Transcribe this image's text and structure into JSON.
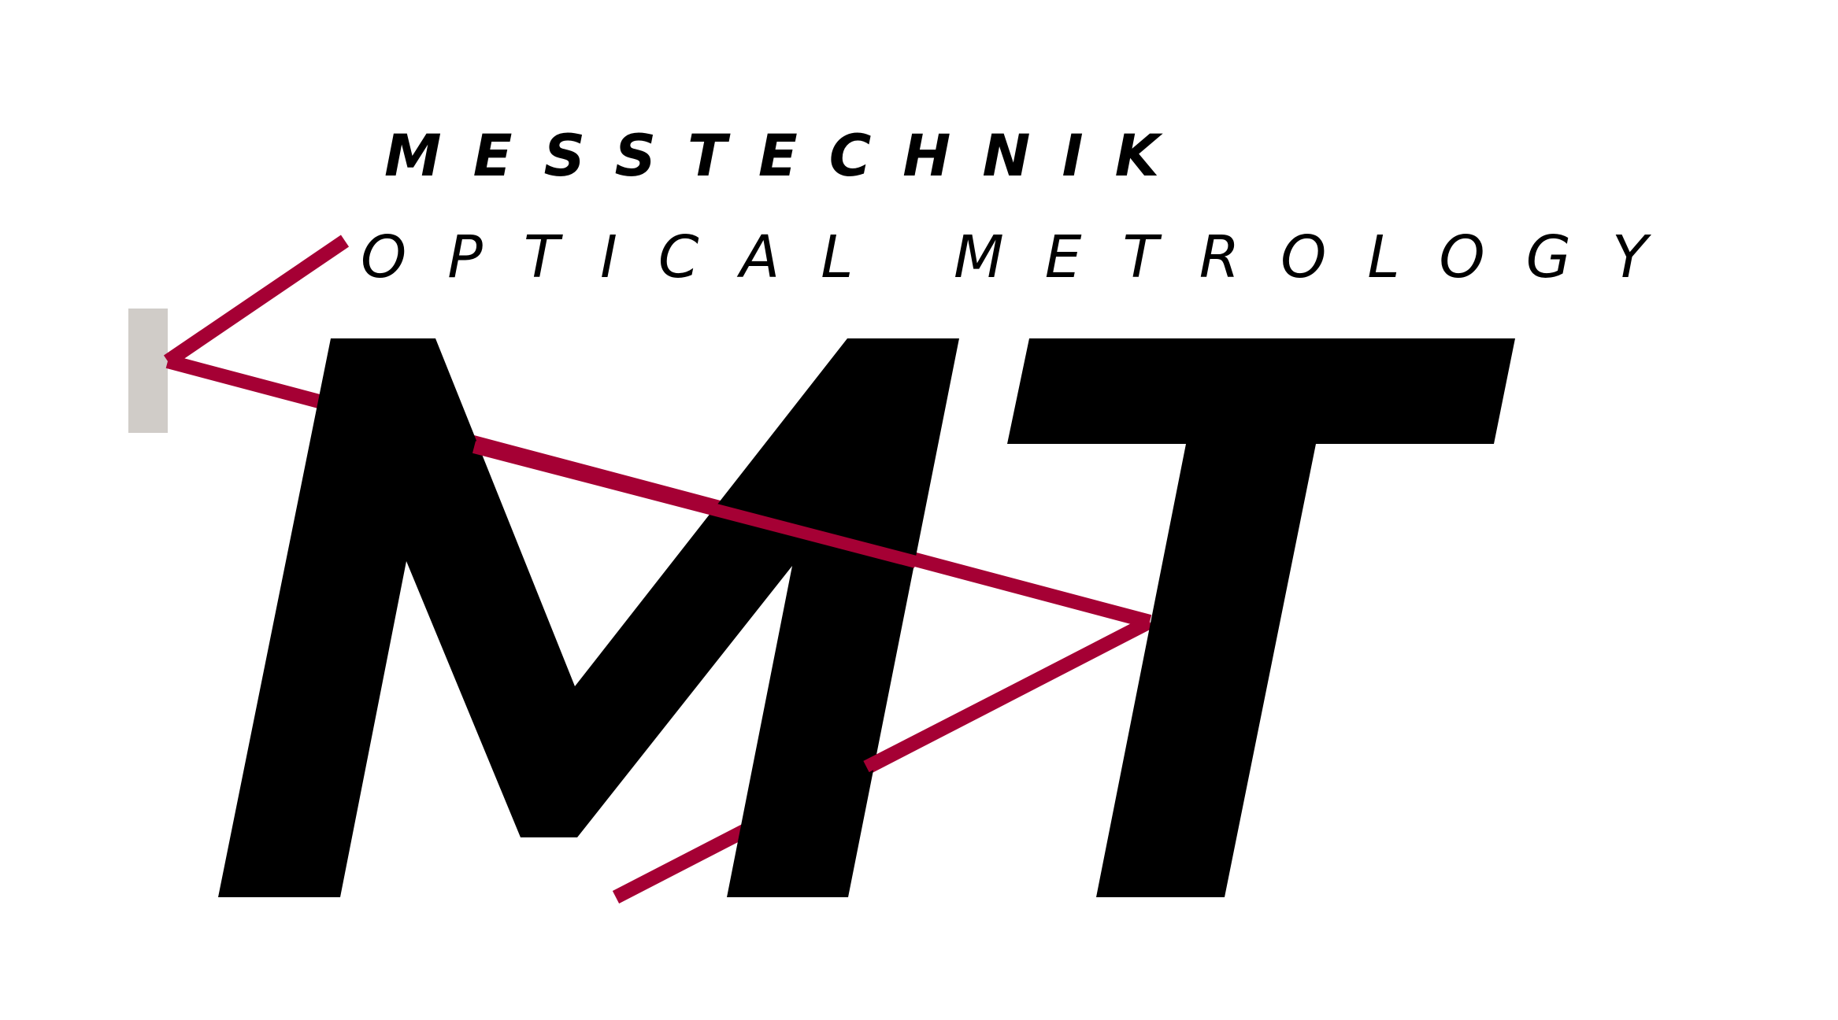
{
  "logo": {
    "tagline_de": "MESSTECHNIK",
    "tagline_en": "OPTICAL METROLOGY",
    "monogram": "MT",
    "colors": {
      "text": "#000000",
      "beam": "#a50034",
      "mirror": "#d0ccc8",
      "background": "#ffffff"
    }
  }
}
